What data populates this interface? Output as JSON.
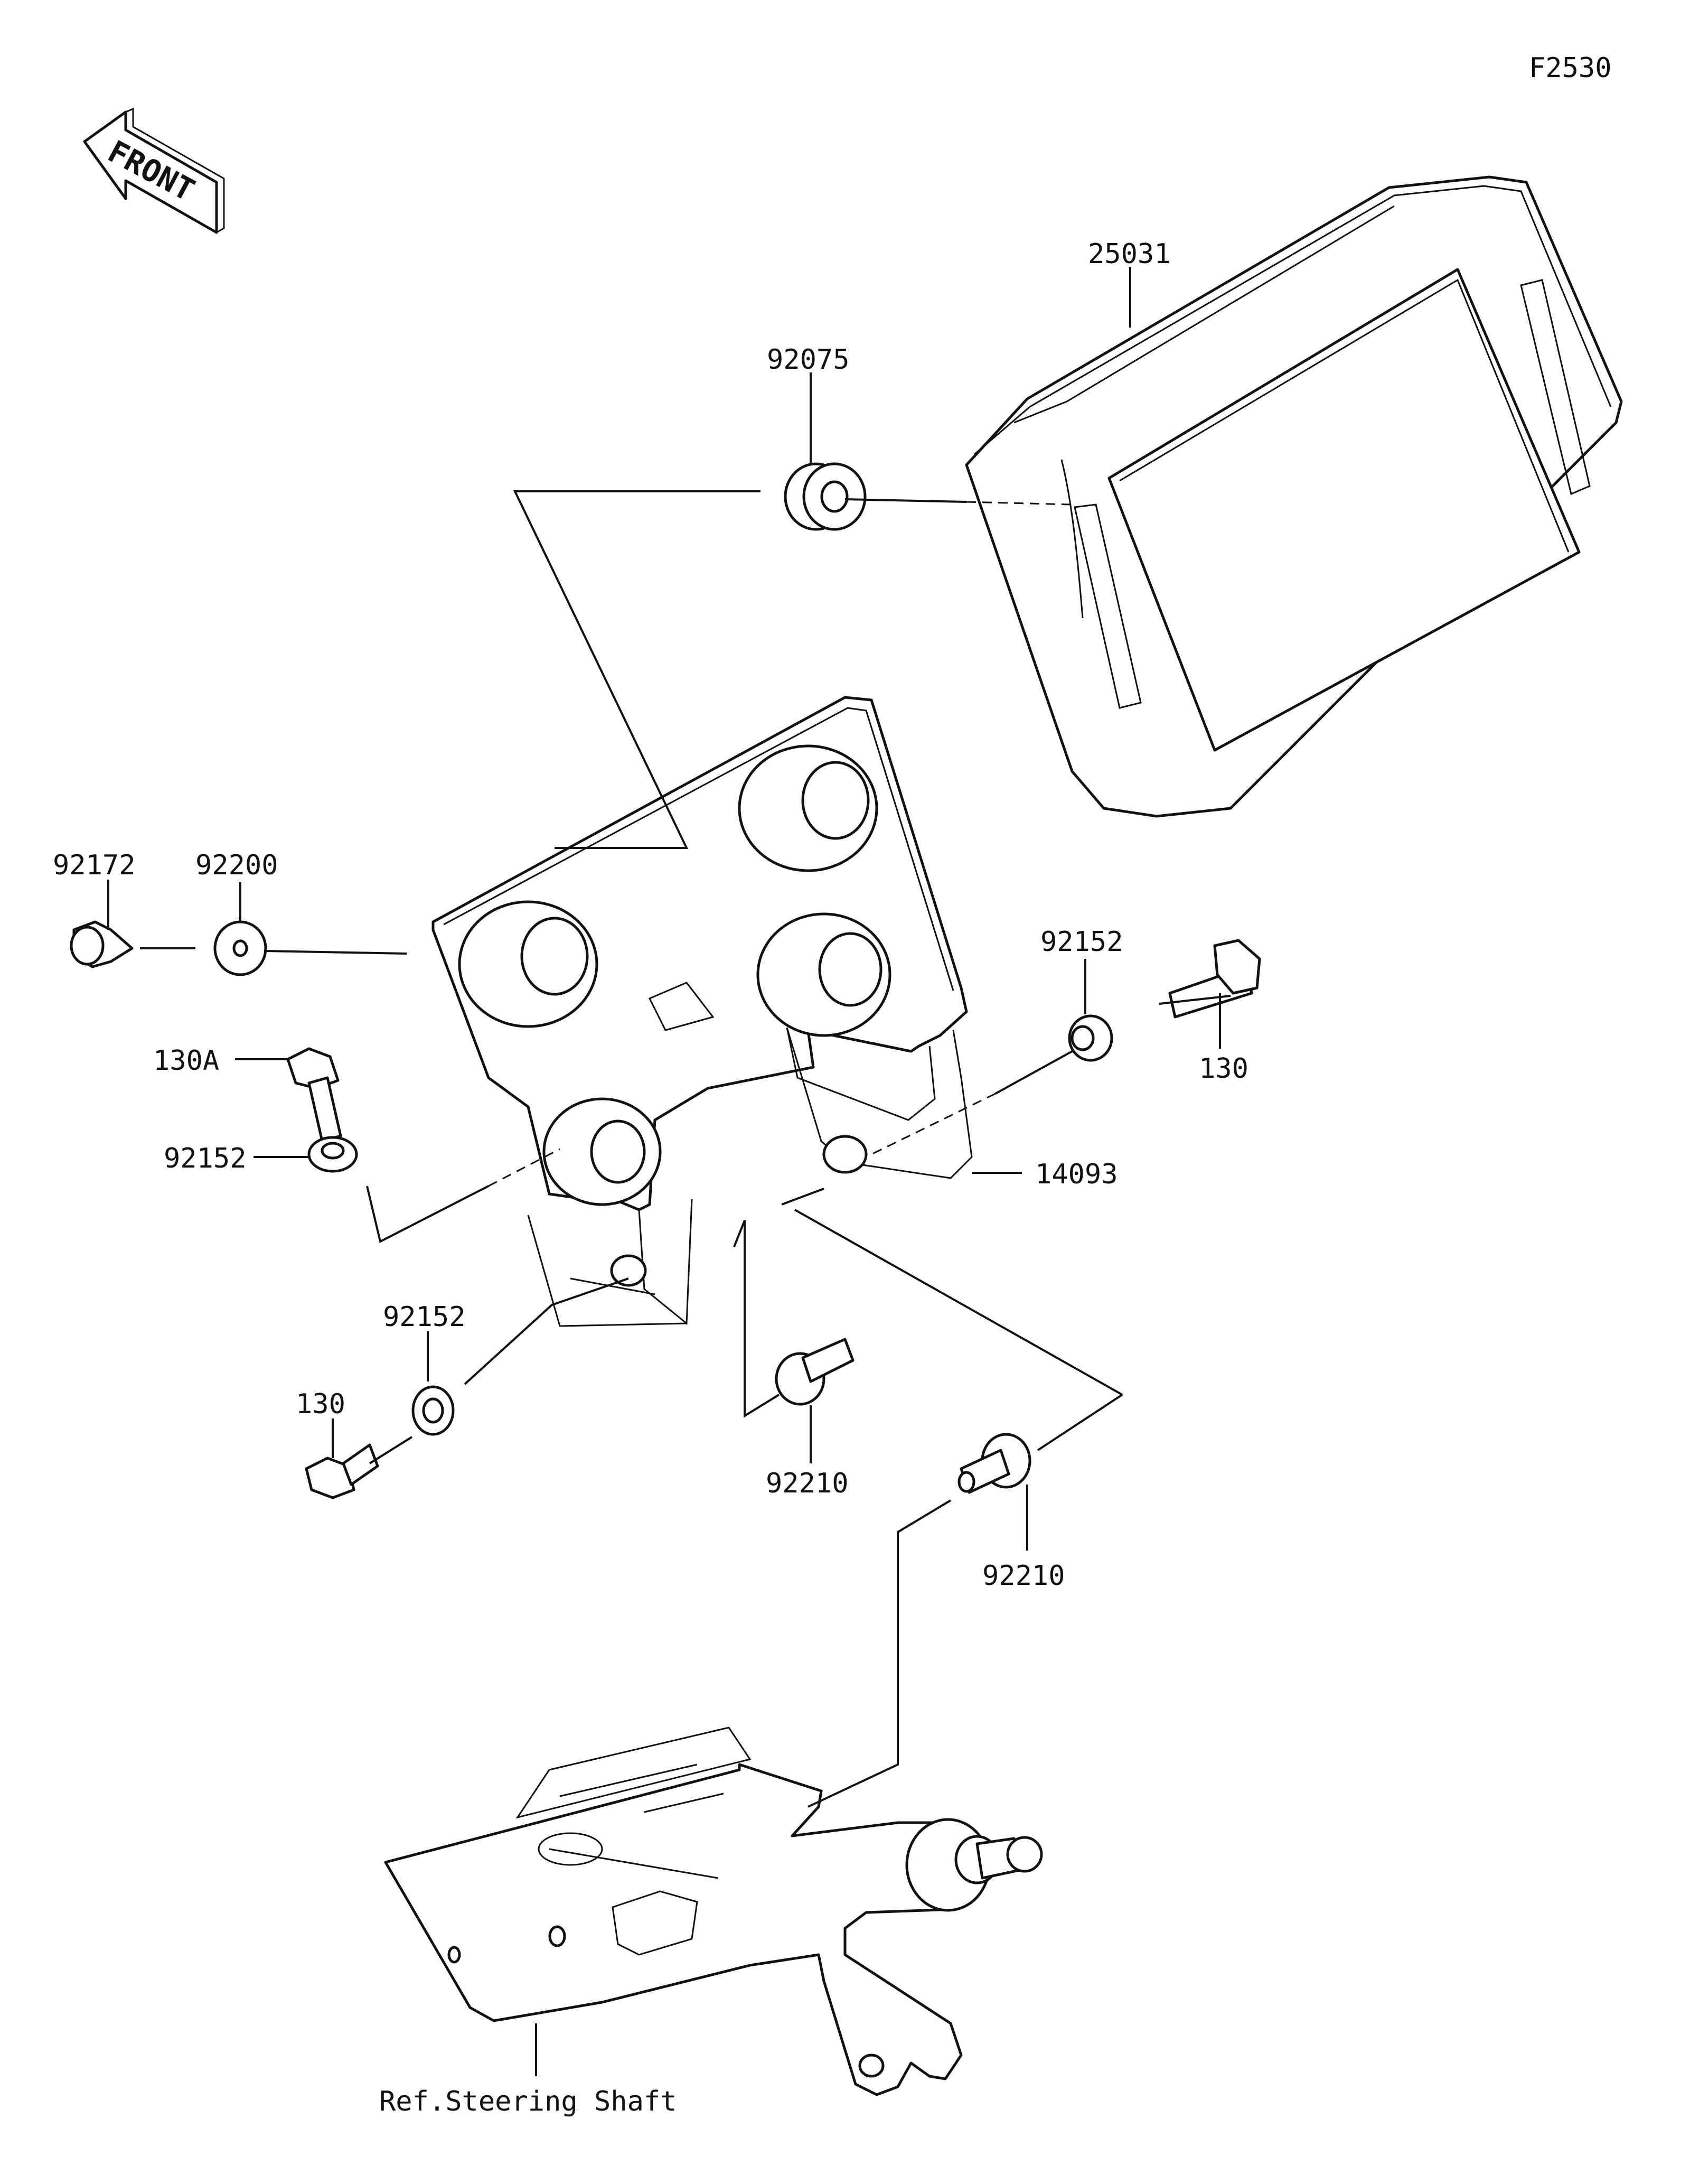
{
  "figure_code": "F2530",
  "front_label": "FRONT",
  "ref_label": "Ref.Steering Shaft",
  "labels": {
    "p25031": "25031",
    "p92075": "92075",
    "p92172": "92172",
    "p92200": "92200",
    "p130a": "130A",
    "p92152_left": "92152",
    "p92152_right": "92152",
    "p92152_lower": "92152",
    "p130_right": "130",
    "p130_lower": "130",
    "p14093": "14093",
    "p92210_mid": "92210",
    "p92210_lower": "92210"
  }
}
